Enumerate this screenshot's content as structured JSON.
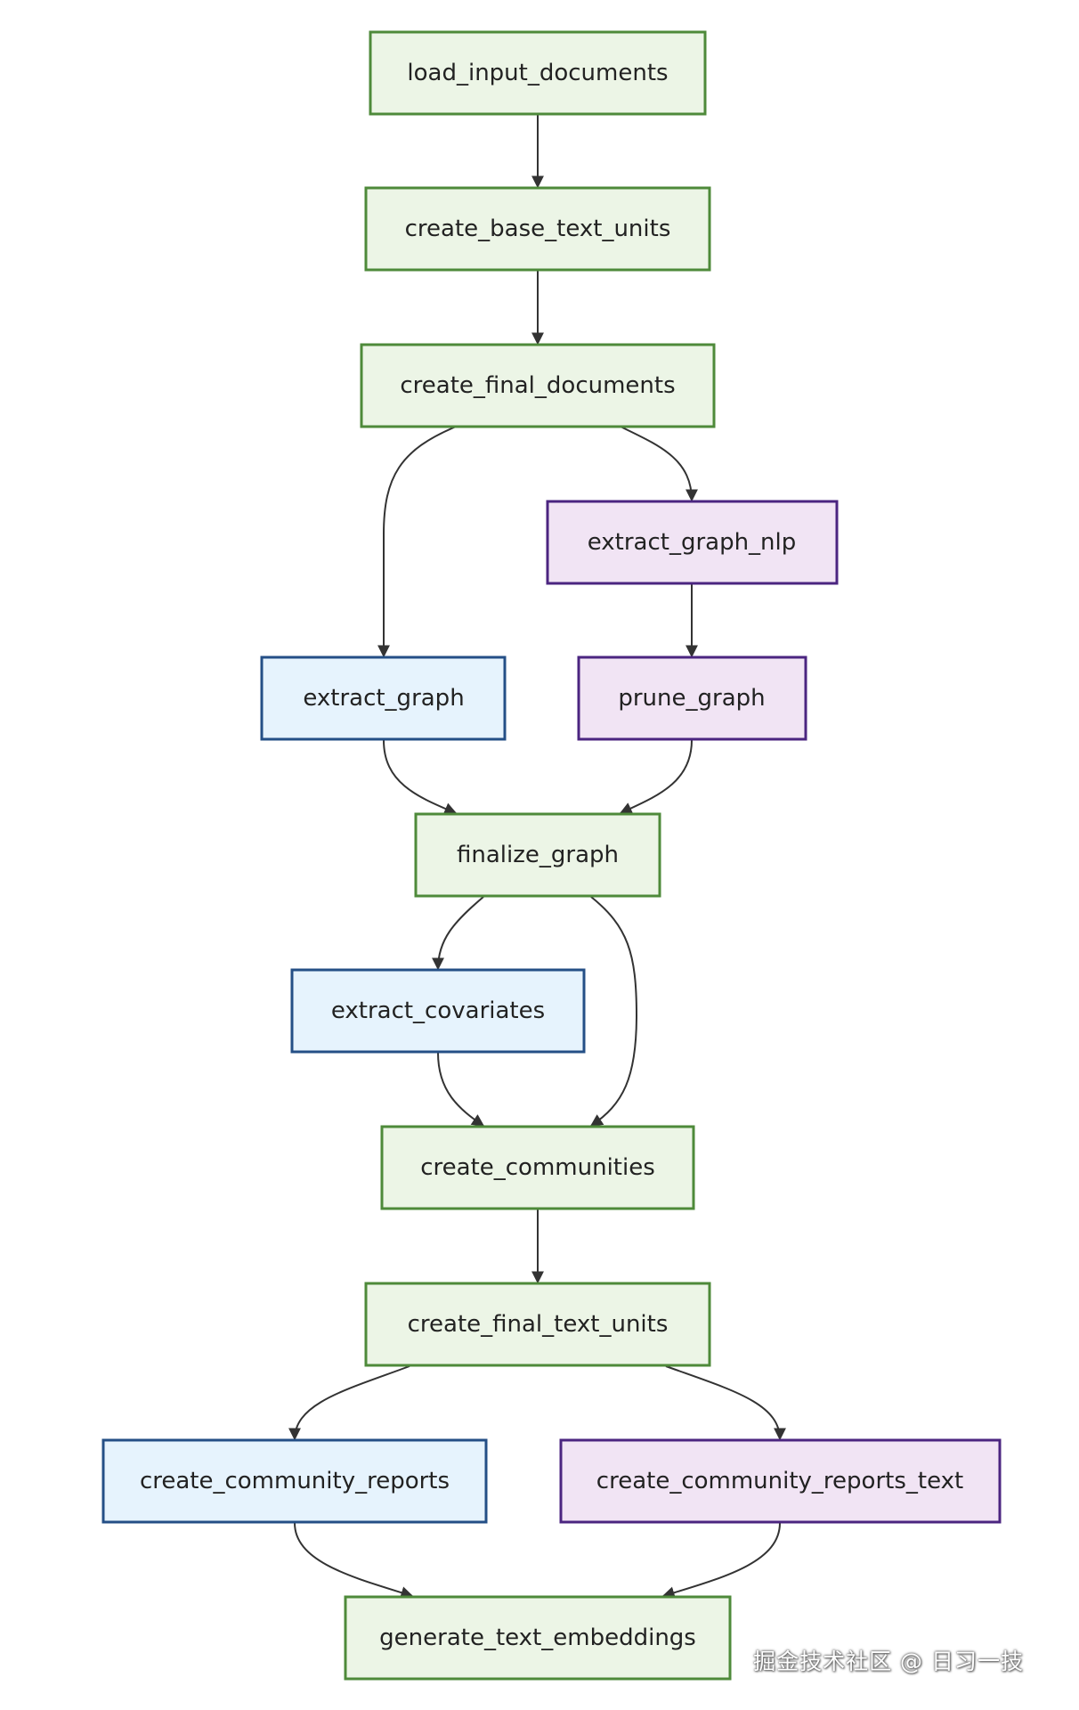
{
  "nodes": {
    "load_input_documents": {
      "label": "load_input_documents",
      "group": "green"
    },
    "create_base_text_units": {
      "label": "create_base_text_units",
      "group": "green"
    },
    "create_final_documents": {
      "label": "create_final_documents",
      "group": "green"
    },
    "extract_graph_nlp": {
      "label": "extract_graph_nlp",
      "group": "purple"
    },
    "extract_graph": {
      "label": "extract_graph",
      "group": "blue"
    },
    "prune_graph": {
      "label": "prune_graph",
      "group": "purple"
    },
    "finalize_graph": {
      "label": "finalize_graph",
      "group": "green"
    },
    "extract_covariates": {
      "label": "extract_covariates",
      "group": "blue"
    },
    "create_communities": {
      "label": "create_communities",
      "group": "green"
    },
    "create_final_text_units": {
      "label": "create_final_text_units",
      "group": "green"
    },
    "create_community_reports": {
      "label": "create_community_reports",
      "group": "blue"
    },
    "create_community_reports_text": {
      "label": "create_community_reports_text",
      "group": "purple"
    },
    "generate_text_embeddings": {
      "label": "generate_text_embeddings",
      "group": "green"
    }
  },
  "edges": [
    [
      "load_input_documents",
      "create_base_text_units"
    ],
    [
      "create_base_text_units",
      "create_final_documents"
    ],
    [
      "create_final_documents",
      "extract_graph"
    ],
    [
      "create_final_documents",
      "extract_graph_nlp"
    ],
    [
      "extract_graph_nlp",
      "prune_graph"
    ],
    [
      "extract_graph",
      "finalize_graph"
    ],
    [
      "prune_graph",
      "finalize_graph"
    ],
    [
      "finalize_graph",
      "extract_covariates"
    ],
    [
      "finalize_graph",
      "create_communities"
    ],
    [
      "extract_covariates",
      "create_communities"
    ],
    [
      "create_communities",
      "create_final_text_units"
    ],
    [
      "create_final_text_units",
      "create_community_reports"
    ],
    [
      "create_final_text_units",
      "create_community_reports_text"
    ],
    [
      "create_community_reports",
      "generate_text_embeddings"
    ],
    [
      "create_community_reports_text",
      "generate_text_embeddings"
    ]
  ],
  "colors": {
    "green_fill": "#ecf5e6",
    "green_stroke": "#4e8a3a",
    "blue_fill": "#e6f3fd",
    "blue_stroke": "#244f86",
    "purple_fill": "#f1e4f4",
    "purple_stroke": "#4b2580",
    "edge": "#333333"
  },
  "watermark": "掘金技术社区 @ 日习一技"
}
